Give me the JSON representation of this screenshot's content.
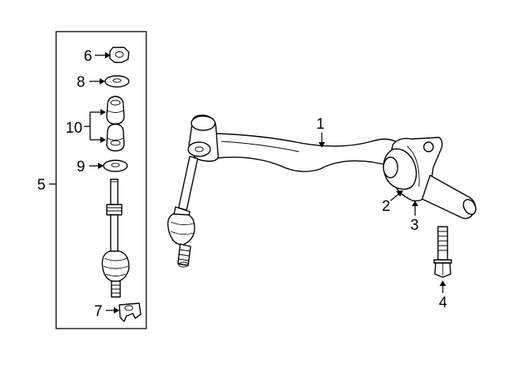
{
  "diagram": {
    "callouts": {
      "bar": "1",
      "bushing": "2",
      "bracket": "3",
      "bolt": "4",
      "link_kit": "5",
      "nut": "6",
      "retainer": "7",
      "washer": "8",
      "washer_lower": "9",
      "grommets": "10"
    },
    "colors": {
      "line": "#000000",
      "background": "#ffffff"
    }
  }
}
